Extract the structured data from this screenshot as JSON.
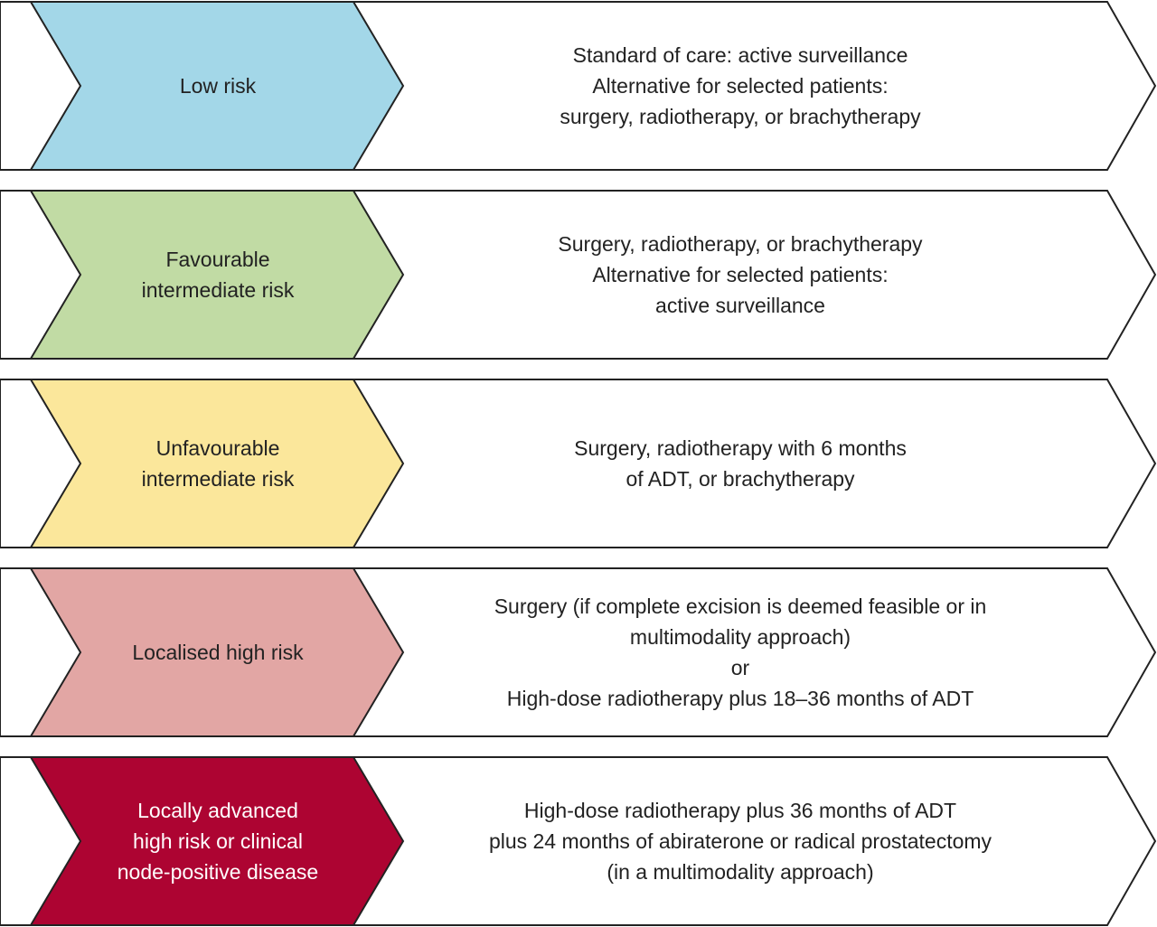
{
  "rows": [
    {
      "risk_lines": [
        "Low risk"
      ],
      "treatment_lines": [
        "Standard of care: active surveillance",
        "Alternative for selected patients:",
        "surgery, radiotherapy, or brachytherapy"
      ],
      "color": "#a3d7e8",
      "text_color": "#222222"
    },
    {
      "risk_lines": [
        "Favourable",
        "intermediate risk"
      ],
      "treatment_lines": [
        "Surgery, radiotherapy, or brachytherapy",
        "Alternative for selected patients:",
        "active surveillance"
      ],
      "color": "#c1dba4",
      "text_color": "#222222"
    },
    {
      "risk_lines": [
        "Unfavourable",
        "intermediate risk"
      ],
      "treatment_lines": [
        "Surgery, radiotherapy with 6 months",
        "of ADT, or brachytherapy"
      ],
      "color": "#fbe79b",
      "text_color": "#222222"
    },
    {
      "risk_lines": [
        "Localised high risk"
      ],
      "treatment_lines": [
        "Surgery (if complete excision is deemed feasible or in",
        "multimodality approach)",
        "or",
        "High-dose radiotherapy plus 18–36 months of ADT"
      ],
      "color": "#e2a6a4",
      "text_color": "#222222"
    },
    {
      "risk_lines": [
        "Locally advanced",
        "high risk or clinical",
        "node-positive disease"
      ],
      "treatment_lines": [
        "High-dose radiotherapy plus 36 months of ADT",
        "plus 24 months of abiraterone or radical prostatectomy",
        "(in a multimodality approach)"
      ],
      "color": "#ad0432",
      "text_color": "#ffffff"
    }
  ]
}
